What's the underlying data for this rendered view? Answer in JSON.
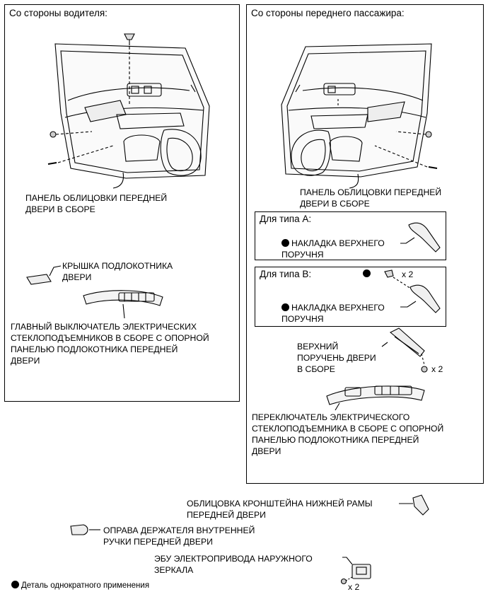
{
  "driver": {
    "header": "Со стороны водителя:",
    "trim_label": "ПАНЕЛЬ ОБЛИЦОВКИ ПЕРЕДНЕЙ\nДВЕРИ В СБОРЕ",
    "cover_label": "КРЫШКА ПОДЛОКОТНИКА\nДВЕРИ",
    "switch_label": "ГЛАВНЫЙ ВЫКЛЮЧАТЕЛЬ ЭЛЕКТРИЧЕСКИХ\nСТЕКЛОПОДЪЕМНИКОВ В СБОРЕ С ОПОРНОЙ\nПАНЕЛЬЮ ПОДЛОКОТНИКА ПЕРЕДНЕЙ\nДВЕРИ"
  },
  "passenger": {
    "header": "Со стороны переднего пассажира:",
    "trim_label": "ПАНЕЛЬ ОБЛИЦОВКИ ПЕРЕДНЕЙ\nДВЕРИ В СБОРЕ",
    "type_a": {
      "title": "Для типа А:",
      "part_label": "НАКЛАДКА ВЕРХНЕГО\nПОРУЧНЯ"
    },
    "type_b": {
      "title": "Для типа В:",
      "clip_qty": "x 2",
      "part_label": "НАКЛАДКА ВЕРХНЕГО\nПОРУЧНЯ"
    },
    "armrest_label": "ВЕРХНИЙ\nПОРУЧЕНЬ ДВЕРИ\nВ СБОРЕ",
    "armrest_qty": "x 2",
    "switch_label": "ПЕРЕКЛЮЧАТЕЛЬ ЭЛЕКТРИЧЕСКОГО\nСТЕКЛОПОДЪЕМНИКА В СБОРЕ С ОПОРНОЙ\nПАНЕЛЬЮ ПОДЛОКОТНИКА ПЕРЕДНЕЙ\nДВЕРИ"
  },
  "bottom": {
    "bracket_label": "ОБЛИЦОВКА КРОНШТЕЙНА НИЖНЕЙ РАМЫ\nПЕРЕДНЕЙ ДВЕРИ",
    "bezel_label": "ОПРАВА ДЕРЖАТЕЛЯ ВНУТРЕННЕЙ\nРУЧКИ ПЕРЕДНЕЙ ДВЕРИ",
    "ecu_label": "ЭБУ ЭЛЕКТРОПРИВОДА НАРУЖНОГО\nЗЕРКАЛА",
    "ecu_qty": "x 2",
    "legend": "Деталь однократного применения"
  }
}
